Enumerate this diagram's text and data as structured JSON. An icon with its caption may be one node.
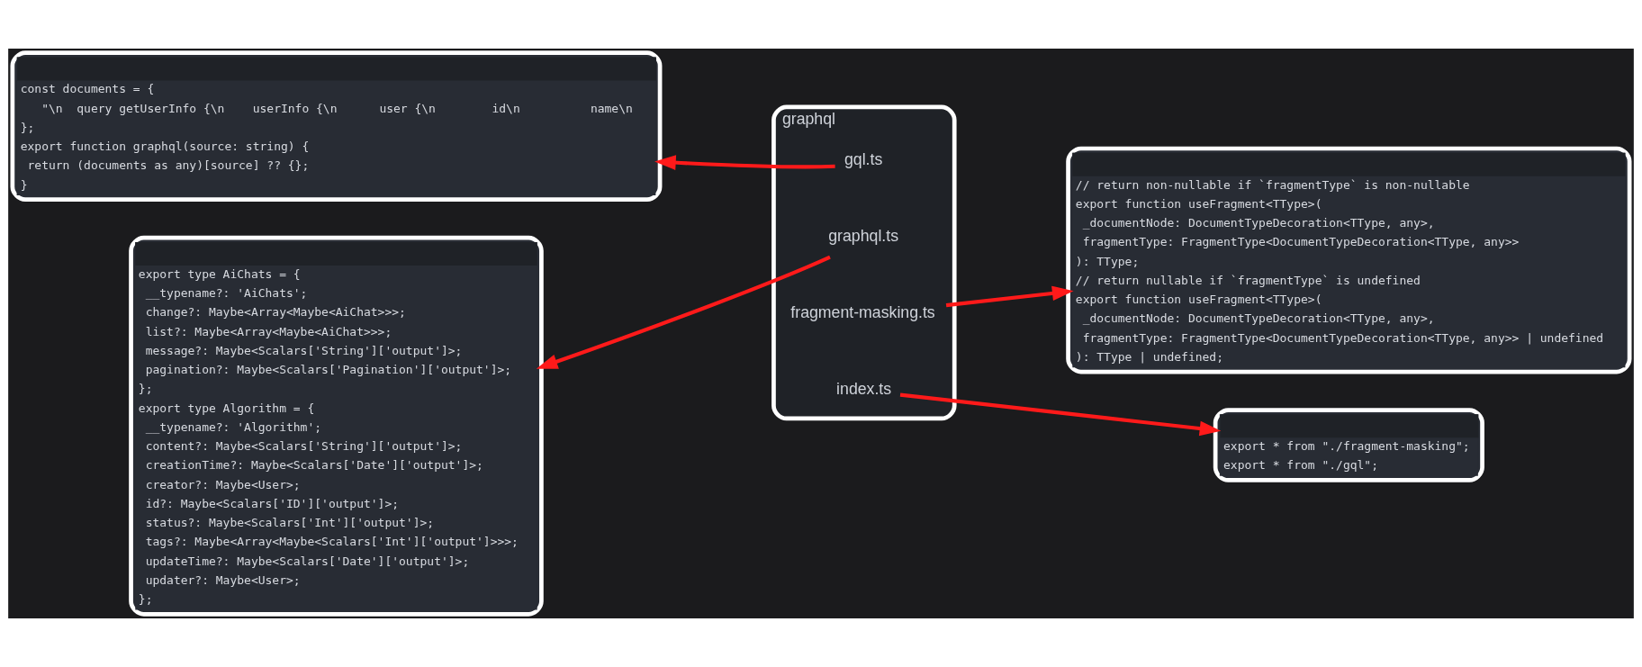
{
  "diagram": {
    "nodes": [
      {
        "text": [
          "const documents = {",
          "    \"\\n  query getUserInfo {\\n    userInfo {\\n      user {\\n        id\\n          name\\n",
          "};",
          "export function graphql(source: string) {",
          "  return (documents as any)[source] ?? {};",
          "}"
        ]
      },
      {
        "text": [
          "// return non-nullable if `fragmentType` is non-nullable",
          "export function useFragment<TType>(",
          "  _documentNode: DocumentTypeDecoration<TType, any>,",
          "  fragmentType: FragmentType<DocumentTypeDecoration<TType, any>>",
          "): TType;",
          "// return nullable if `fragmentType` is undefined",
          "export function useFragment<TType>(",
          "  _documentNode: DocumentTypeDecoration<TType, any>,",
          "  fragmentType: FragmentType<DocumentTypeDecoration<TType, any>> | undefined",
          "): TType | undefined;"
        ]
      },
      {
        "text": [
          "graphql"
        ]
      },
      {
        "text": [
          "fragment-masking.ts"
        ],
        "in": 2
      },
      {
        "text": [
          "gql.ts"
        ],
        "in": 2
      },
      {
        "text": [
          "graphql.ts"
        ],
        "in": 2
      },
      {
        "text": [
          "index.ts"
        ],
        "in": 2
      },
      {
        "text": [
          "export type AiChats = {",
          "  __typename?: 'AiChats';",
          "  change?: Maybe<Array<Maybe<AiChat>>>;",
          "  list?: Maybe<Array<Maybe<AiChat>>>;",
          "  message?: Maybe<Scalars['String']['output']>;",
          "  pagination?: Maybe<Scalars['Pagination']['output']>;",
          "};",
          "export type Algorithm = {",
          "  __typename?: 'Algorithm';",
          "  content?: Maybe<Scalars['String']['output']>;",
          "  creationTime?: Maybe<Scalars['Date']['output']>;",
          "  creator?: Maybe<User>;",
          "  id?: Maybe<Scalars['ID']['output']>;",
          "  status?: Maybe<Scalars['Int']['output']>;",
          "  tags?: Maybe<Array<Maybe<Scalars['Int']['output']>>>;",
          "  updateTime?: Maybe<Scalars['Date']['output']>;",
          "  updater?: Maybe<User>;",
          "};"
        ]
      },
      {
        "text": [
          "export * from \"./fragment-masking\";",
          "export * from \"./gql\";"
        ]
      }
    ],
    "edges": [
      {
        "from": 3,
        "to": 1,
        "arrow": "to",
        "color": "#ff1a1a"
      },
      {
        "from": 4,
        "to": 0,
        "arrow": "to",
        "color": "#ff1a1a"
      },
      {
        "from": 5,
        "to": 7,
        "arrow": "to",
        "color": "#ff1a1a"
      },
      {
        "from": 6,
        "to": 8,
        "arrow": "to",
        "color": "#ff1a1a"
      }
    ]
  }
}
